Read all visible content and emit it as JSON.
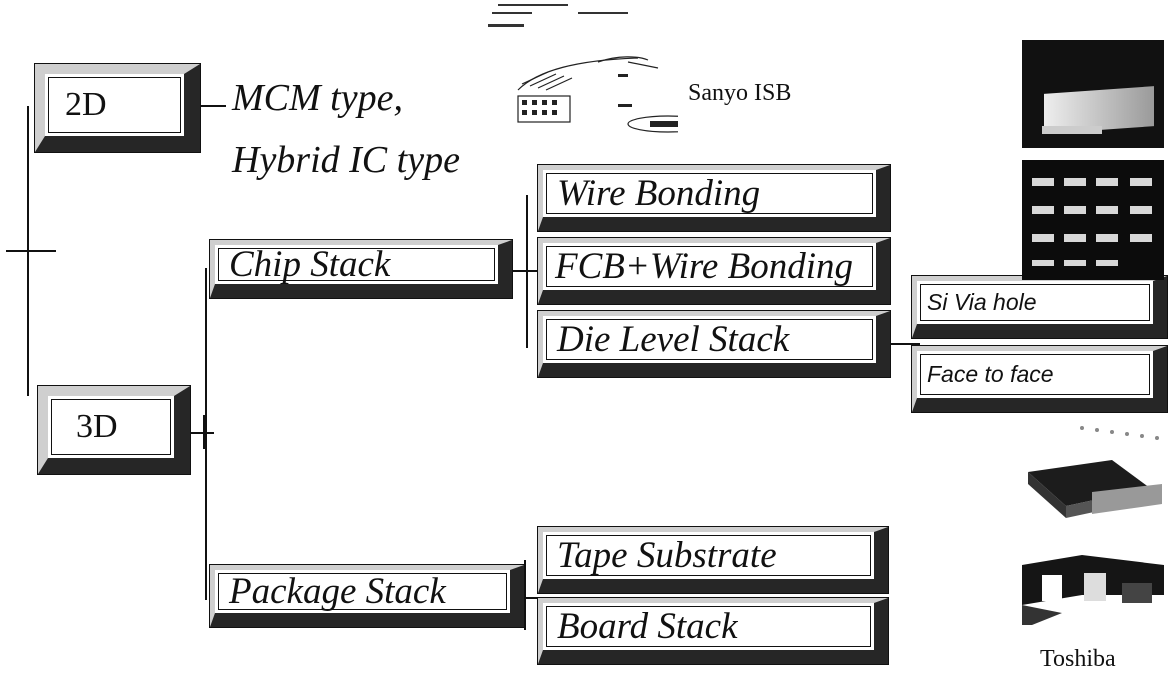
{
  "nodes": {
    "d2": "2D",
    "d3": "3D",
    "chip_stack": "Chip Stack",
    "package_stack": "Package Stack",
    "wire_bonding": "Wire Bonding",
    "fcb_wire_bonding": "FCB+Wire Bonding",
    "die_level_stack": "Die Level Stack",
    "si_via_hole": "Si Via hole",
    "face_to_face": "Face to face",
    "tape_substrate": "Tape Substrate",
    "board_stack": "Board Stack"
  },
  "annotations": {
    "mcm_line1": "MCM type,",
    "mcm_line2": "Hybrid IC type",
    "sanyo": "Sanyo ISB",
    "toshiba": "Toshiba"
  }
}
